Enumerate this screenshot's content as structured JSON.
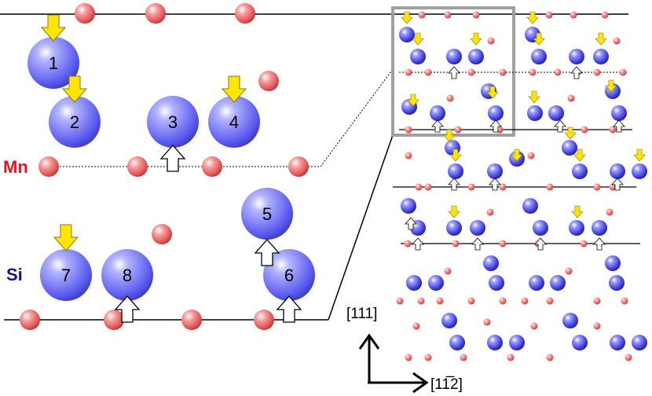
{
  "labels": {
    "mn": "Mn",
    "si": "Si",
    "axis_vertical": "[111]",
    "axis_horizontal": "[11̅2]"
  },
  "atoms": {
    "numbers": [
      "1",
      "2",
      "3",
      "4",
      "5",
      "6",
      "7",
      "8"
    ]
  },
  "colors": {
    "mn_atom": "#f08a8a",
    "si_atom": "#5a5af0",
    "arrow_down": "#ffe600",
    "arrow_up": "#ffffff",
    "mn_text": "#e8141e",
    "si_text": "#14148c",
    "frame": "#a0a0a0"
  }
}
